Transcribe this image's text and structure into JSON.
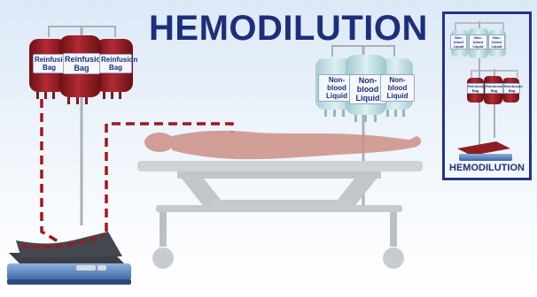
{
  "title": "HEMODILUTION",
  "reinfusion_bag_label": "Reinfusion Bag",
  "non_blood_liquid_label": "Non-blood Liquid",
  "inset": {
    "caption": "HEMODILUTION",
    "top_bag_label": "Non-blood Liquid",
    "bottom_bag_label": "Reinfusion Bag"
  },
  "colors": {
    "title_blue": "#1d2f7a",
    "blood_red": "#8e1d24",
    "saline_teal": "#bfe0e3",
    "line_red": "#a3161b"
  }
}
